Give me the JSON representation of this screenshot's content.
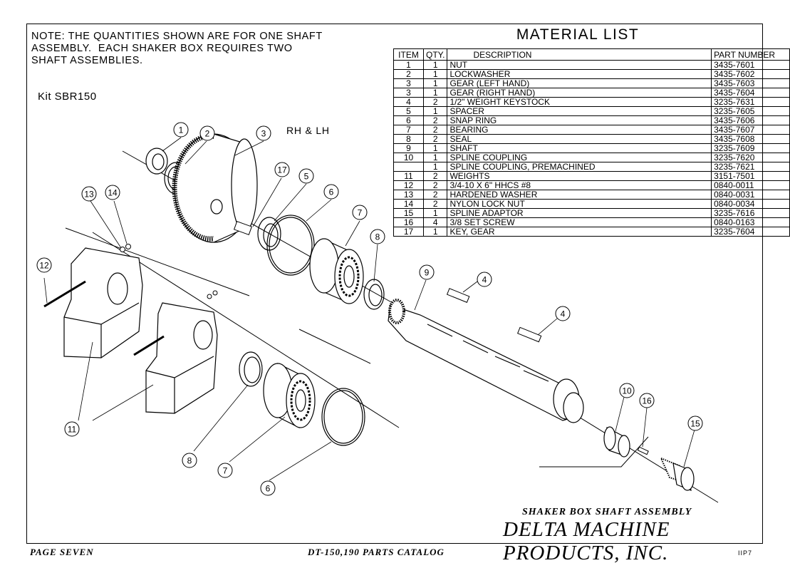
{
  "note": "NOTE: THE QUANTITIES SHOWN ARE FOR ONE SHAFT\nASSEMBLY.  EACH SHAKER BOX REQUIRES TWO\nSHAFT ASSEMBLIES.",
  "kit": "Kit SBR150",
  "rh_lh": "RH & LH",
  "material_list": {
    "title": "MATERIAL LIST",
    "headers": [
      "ITEM",
      "QTY.",
      "DESCRIPTION",
      "PART NUMBER"
    ],
    "rows": [
      {
        "item": "1",
        "qty": "1",
        "desc": "NUT",
        "part": "3435-7601"
      },
      {
        "item": "2",
        "qty": "1",
        "desc": "LOCKWASHER",
        "part": "3435-7602"
      },
      {
        "item": "3",
        "qty": "1",
        "desc": "GEAR (LEFT HAND)",
        "part": "3435-7603"
      },
      {
        "item": "3",
        "qty": "1",
        "desc": "GEAR (RIGHT HAND)",
        "part": "3435-7604"
      },
      {
        "item": "4",
        "qty": "2",
        "desc": "1/2\" WEIGHT KEYSTOCK",
        "part": "3235-7631"
      },
      {
        "item": "5",
        "qty": "1",
        "desc": "SPACER",
        "part": "3235-7605"
      },
      {
        "item": "6",
        "qty": "2",
        "desc": "SNAP RING",
        "part": "3435-7606"
      },
      {
        "item": "7",
        "qty": "2",
        "desc": "BEARING",
        "part": "3435-7607"
      },
      {
        "item": "8",
        "qty": "2",
        "desc": "SEAL",
        "part": "3435-7608"
      },
      {
        "item": "9",
        "qty": "1",
        "desc": "SHAFT",
        "part": "3235-7609"
      },
      {
        "item": "10",
        "qty": "1",
        "desc": "SPLINE COUPLING",
        "part": "3235-7620"
      },
      {
        "item": "",
        "qty": "1",
        "desc": "SPLINE COUPLING, PREMACHINED",
        "part": "3235-7621"
      },
      {
        "item": "11",
        "qty": "2",
        "desc": "WEIGHTS",
        "part": "3151-7501"
      },
      {
        "item": "12",
        "qty": "2",
        "desc": "3/4-10 X 6\" HHCS #8",
        "part": "0840-0011"
      },
      {
        "item": "13",
        "qty": "2",
        "desc": "HARDENED WASHER",
        "part": "0840-0031"
      },
      {
        "item": "14",
        "qty": "2",
        "desc": "NYLON LOCK NUT",
        "part": "0840-0034"
      },
      {
        "item": "15",
        "qty": "1",
        "desc": "SPLINE ADAPTOR",
        "part": "3235-7616"
      },
      {
        "item": "16",
        "qty": "4",
        "desc": "3/8 SET SCREW",
        "part": "0840-0163"
      },
      {
        "item": "17",
        "qty": "1",
        "desc": "KEY, GEAR",
        "part": "3235-7604"
      }
    ]
  },
  "callouts": [
    "1",
    "2",
    "3",
    "17",
    "5",
    "6",
    "7",
    "8",
    "9",
    "4",
    "4",
    "13",
    "14",
    "12",
    "11",
    "8",
    "7",
    "6",
    "10",
    "16",
    "15"
  ],
  "assembly_title": "SHAKER BOX SHAFT ASSEMBLY",
  "company": "DELTA MACHINE PRODUCTS, INC.",
  "footer": {
    "page": "PAGE SEVEN",
    "catalog": "DT-150,190 PARTS CATALOG",
    "code": "IIP7"
  }
}
